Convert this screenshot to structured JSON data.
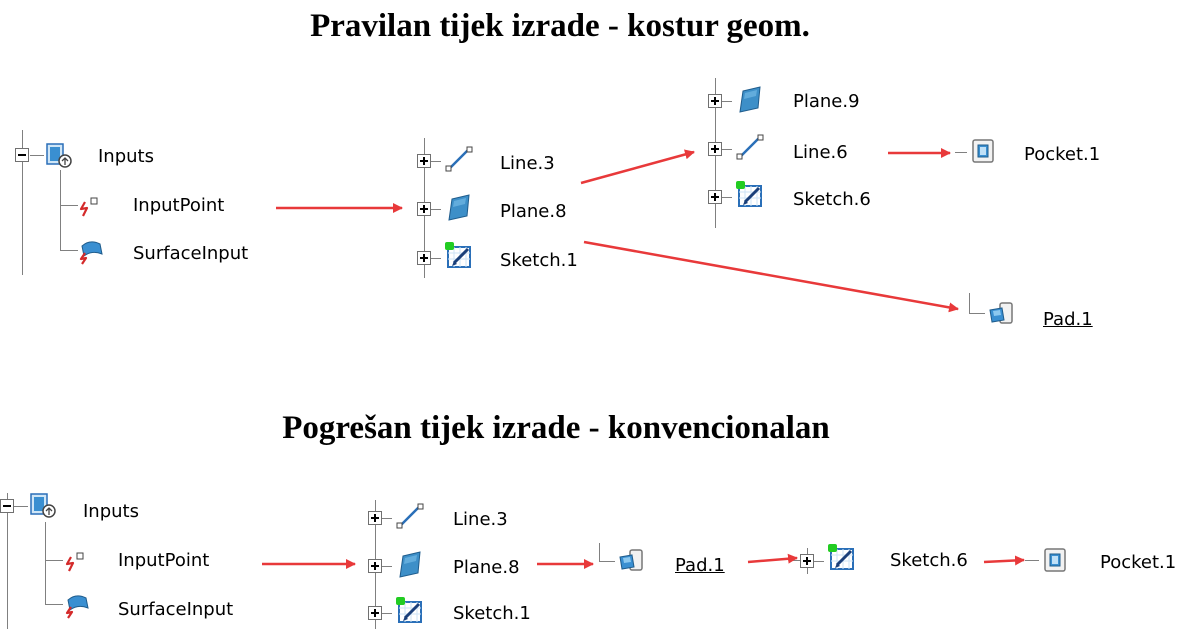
{
  "titles": {
    "top": "Pravilan tijek izrade - kostur geom.",
    "bottom": "Pogrešan tijek izrade - konvencionalan"
  },
  "top": {
    "inputs": "Inputs",
    "input_point": "InputPoint",
    "surface_input": "SurfaceInput",
    "line3": "Line.3",
    "plane8": "Plane.8",
    "sketch1": "Sketch.1",
    "plane9": "Plane.9",
    "line6": "Line.6",
    "sketch6": "Sketch.6",
    "pocket1": "Pocket.1",
    "pad1": "Pad.1"
  },
  "bottom": {
    "inputs": "Inputs",
    "input_point": "InputPoint",
    "surface_input": "SurfaceInput",
    "line3": "Line.3",
    "plane8": "Plane.8",
    "sketch1": "Sketch.1",
    "pad1": "Pad.1",
    "sketch6": "Sketch.6",
    "pocket1": "Pocket.1"
  },
  "icons": [
    "geometry-set-icon",
    "input-point-icon",
    "surface-input-icon",
    "line-icon",
    "plane-icon",
    "sketch-icon",
    "pocket-icon",
    "pad-icon"
  ],
  "colors": {
    "arrow": "#e8393a",
    "sketch_badge": "#22cc22",
    "icon_blue": "#3a8fd1"
  }
}
